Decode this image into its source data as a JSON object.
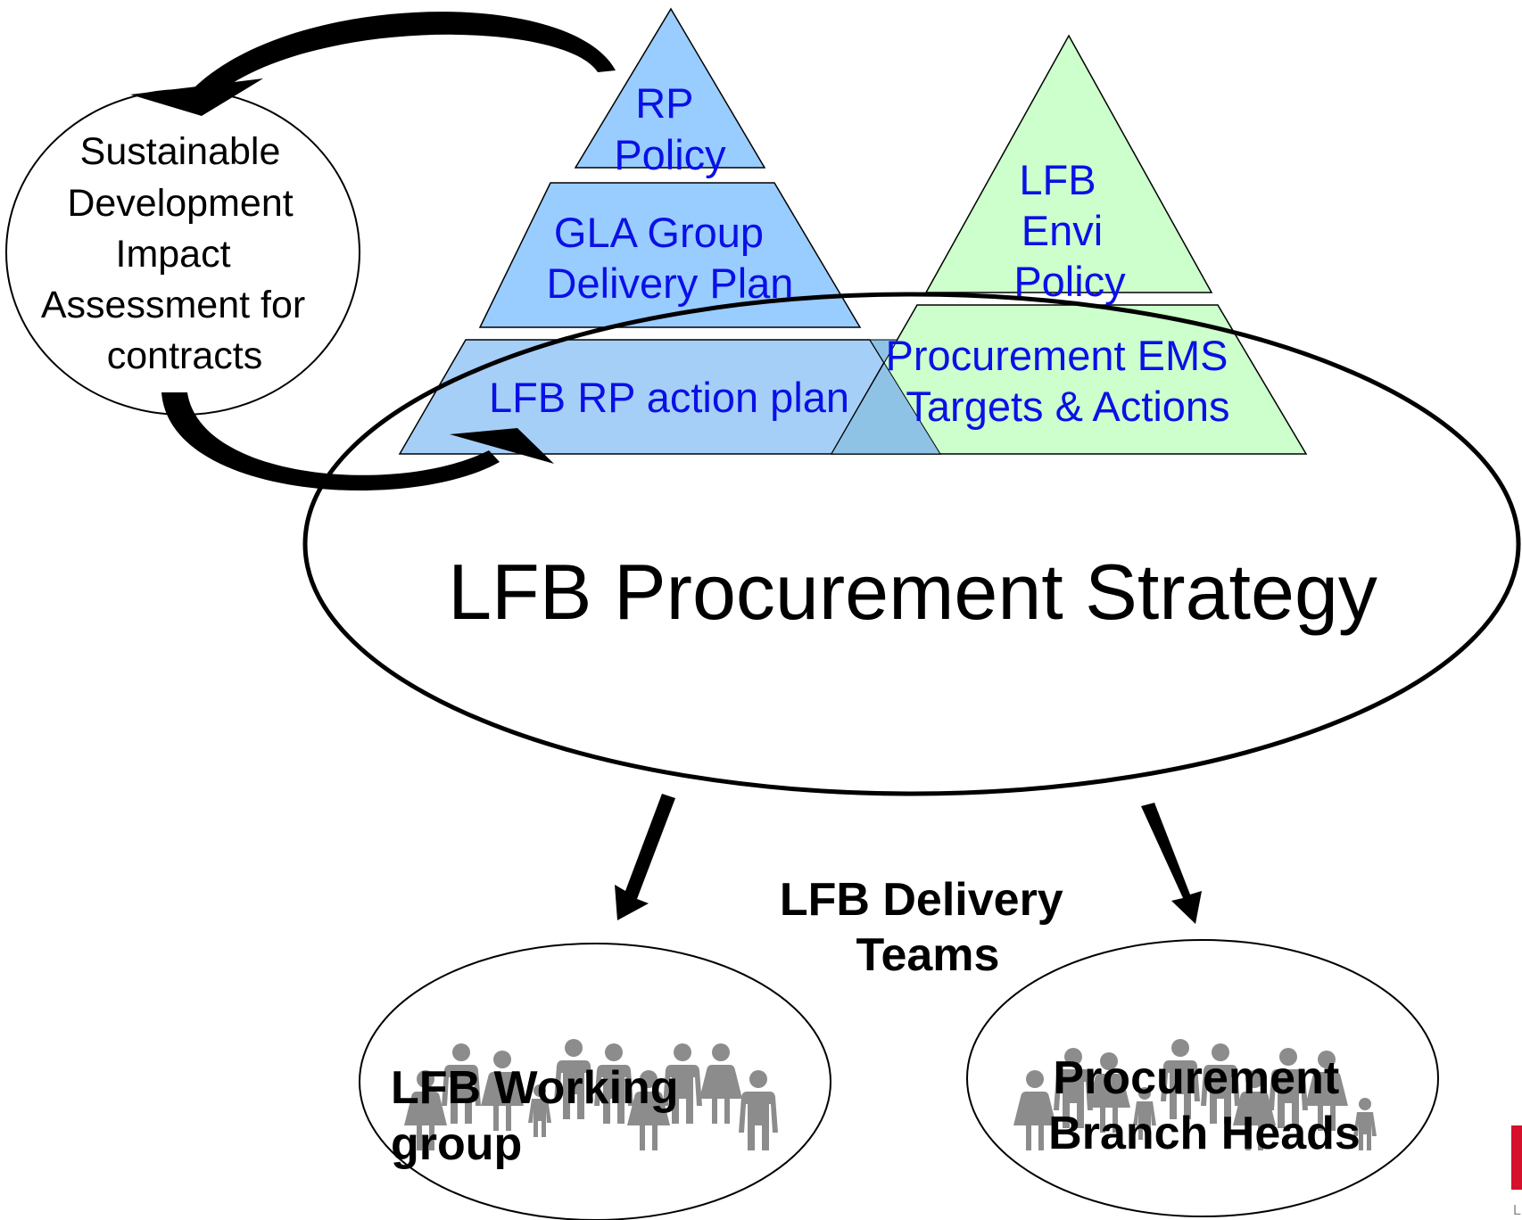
{
  "sd_circle": {
    "lines": [
      "Sustainable",
      "Development",
      "Impact",
      "Assessment for",
      "contracts"
    ]
  },
  "rp_pyramid": {
    "top": {
      "lines": [
        "RP",
        "Policy"
      ],
      "fill": "#99ccff"
    },
    "middle": {
      "lines": [
        "GLA Group",
        "Delivery Plan"
      ],
      "fill": "#99ccff"
    },
    "bottom": {
      "lines": [
        "LFB RP action plan"
      ],
      "fill": "#a6cff7"
    }
  },
  "env_pyramid": {
    "top": {
      "lines": [
        "LFB",
        "Envi",
        "Policy"
      ],
      "fill": "#ccffcc"
    },
    "bottom": {
      "lines": [
        "Procurement EMS",
        "Targets & Actions"
      ],
      "fill": "#ccffcc"
    }
  },
  "strategy": {
    "label": "LFB Procurement Strategy"
  },
  "delivery": {
    "lines": [
      "LFB Delivery",
      "Teams"
    ]
  },
  "working_group": {
    "lines": [
      "LFB Working",
      "group"
    ]
  },
  "branch_heads": {
    "lines": [
      "Procurement",
      "Branch Heads"
    ]
  },
  "colors": {
    "text_blue": "#0a10e6",
    "person_grey": "#8c8c8c",
    "logo_red": "#d4102a"
  }
}
